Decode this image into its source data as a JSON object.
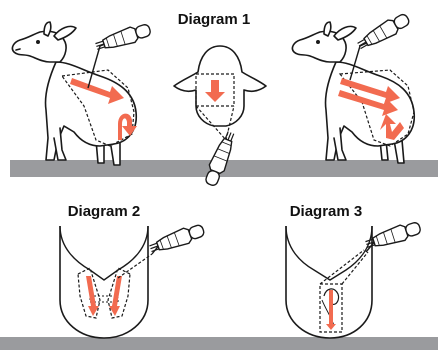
{
  "titles": {
    "diagram1": "Diagram 1",
    "diagram2": "Diagram 2",
    "diagram3": "Diagram 3"
  },
  "colors": {
    "arrow": "#f26b50",
    "floor": "#9a9b9e",
    "outline": "#1a1a1a",
    "dashed": "#1a1a1a"
  },
  "icons": [
    "shearing-handpiece-icon",
    "sheep-icon",
    "arrow-icon"
  ]
}
